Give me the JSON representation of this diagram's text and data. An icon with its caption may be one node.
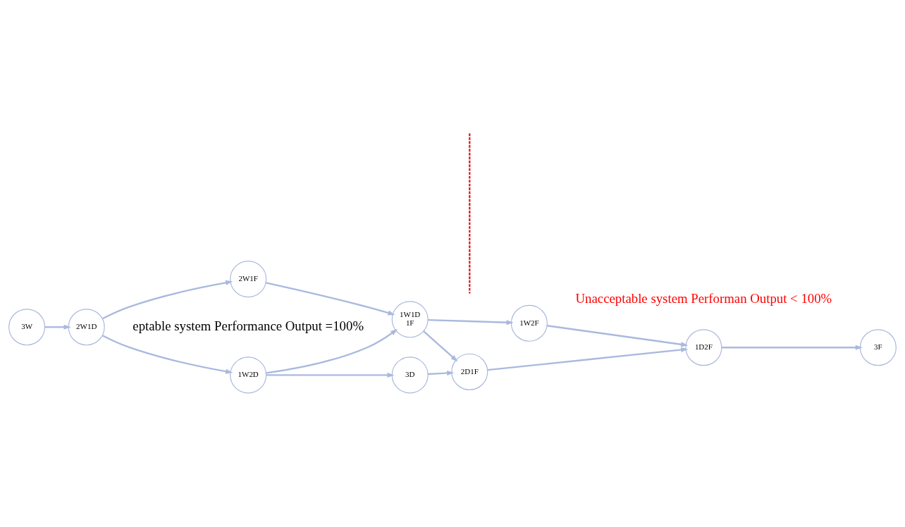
{
  "diagram": {
    "nodes": [
      {
        "text": [
          "3W"
        ]
      },
      {
        "text": [
          "2W1D"
        ]
      },
      {
        "text": [
          "1W2D"
        ]
      },
      {
        "text": [
          "2W1F"
        ]
      },
      {
        "text": [
          "3D"
        ]
      },
      {
        "text": [
          "1W1D 1F"
        ]
      },
      {
        "text": [
          "2D1F"
        ]
      },
      {
        "text": [
          "1W2F"
        ]
      },
      {
        "text": [
          "1D2F"
        ]
      },
      {
        "text": [
          "3F"
        ]
      }
    ],
    "edges": [
      {
        "from": 0,
        "to": 1,
        "arrow": "to"
      },
      {
        "from": 1,
        "to": 2,
        "arrow": "to"
      },
      {
        "from": 1,
        "to": 3,
        "arrow": "to"
      },
      {
        "from": 2,
        "to": 4,
        "arrow": "to"
      },
      {
        "from": 2,
        "to": 5,
        "arrow": "to"
      },
      {
        "from": 3,
        "to": 5,
        "arrow": "to"
      },
      {
        "from": 4,
        "to": 6,
        "arrow": "to"
      },
      {
        "from": 5,
        "to": 6,
        "arrow": "to"
      },
      {
        "from": 5,
        "to": 7,
        "arrow": "to"
      },
      {
        "from": 6,
        "to": 8,
        "arrow": "to"
      },
      {
        "from": 7,
        "to": 8,
        "arrow": "to"
      },
      {
        "from": 8,
        "to": 9,
        "arrow": "to"
      }
    ],
    "labels": [
      "eptable system Performance Output =100%",
      "Unacceptable system Performan Output < 100%"
    ]
  }
}
